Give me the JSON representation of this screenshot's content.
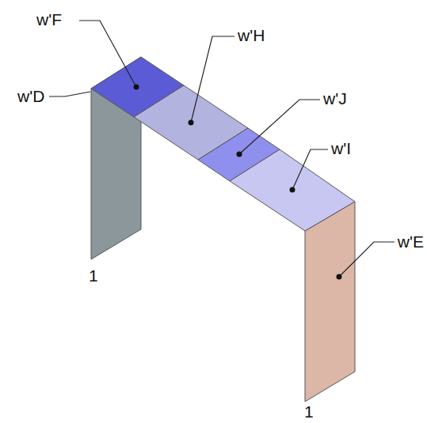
{
  "diagram": {
    "labels": [
      "w'F",
      "w'D",
      "w'H",
      "w'J",
      "w'I",
      "w'E",
      "1",
      "1"
    ]
  }
}
